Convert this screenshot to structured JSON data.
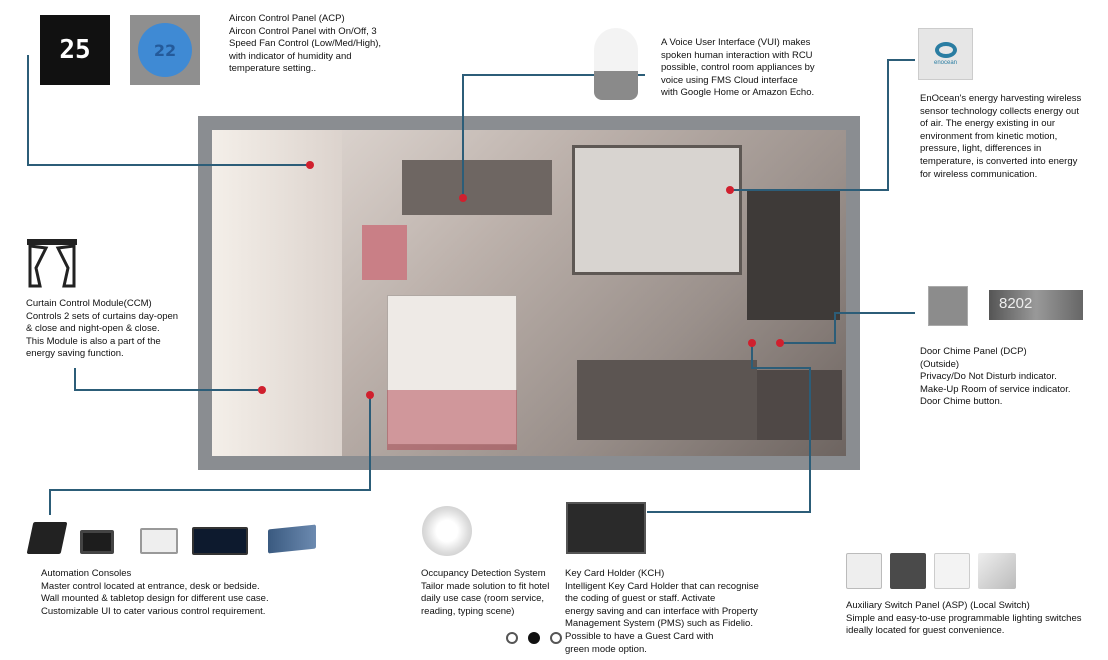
{
  "acp": {
    "title": "Aircon Control Panel (ACP)",
    "lines": [
      "Aircon Control Panel with On/Off, 3",
      "Speed Fan Control (Low/Med/High),",
      "with indicator of humidity and",
      "temperature setting.."
    ],
    "temp_dark": "25",
    "temp_blue": "22"
  },
  "vui": {
    "lines": [
      "A Voice User Interface (VUI) makes",
      "spoken human interaction with RCU",
      "possible, control room appliances by",
      "voice using FMS Cloud interface",
      "with Google Home or Amazon Echo."
    ]
  },
  "enocean": {
    "logo": "enocean",
    "lines": [
      "EnOcean's energy harvesting wireless",
      "sensor technology collects energy out",
      "of air. The energy existing in our",
      "environment from kinetic motion,",
      "pressure, light, differences in",
      "temperature, is converted into energy",
      "for wireless communication."
    ]
  },
  "ccm": {
    "title": "Curtain Control Module(CCM)",
    "lines": [
      "Controls 2 sets of curtains day-open",
      "& close and night-open & close.",
      "This Module is also a part of the",
      "energy saving function."
    ]
  },
  "dcp": {
    "room_number": "8202",
    "title": "Door Chime Panel (DCP)",
    "lines": [
      "(Outside)",
      "Privacy/Do Not Disturb indicator.",
      "Make-Up Room of service indicator.",
      "Door Chime button."
    ]
  },
  "automation": {
    "title": "Automation Consoles",
    "lines": [
      "Master control located at entrance, desk or bedside.",
      "Wall mounted & tabletop design for different use case.",
      "Customizable UI to cater various control requirement."
    ]
  },
  "occupancy": {
    "title": "Occupancy Detection System",
    "lines": [
      "Tailor made solution to fit hotel",
      "daily use case (room service,",
      "reading, typing scene)"
    ]
  },
  "kch": {
    "title": "Key Card Holder (KCH)",
    "lines": [
      "Intelligent Key Card Holder that can recognise",
      "the coding of guest or staff.  Activate",
      "energy saving and can interface with Property",
      "Management System (PMS) such as Fidelio.",
      "Possible to have a Guest Card with",
      "green mode option."
    ]
  },
  "asp": {
    "title": "Auxiliary Switch Panel (ASP) (Local Switch)",
    "lines": [
      "Simple and easy-to-use programmable lighting switches",
      "ideally located for guest convenience."
    ]
  },
  "pagination": {
    "count": 3,
    "active": 1
  },
  "colors": {
    "connector": "#2c5d78",
    "marker": "#d0202e"
  }
}
